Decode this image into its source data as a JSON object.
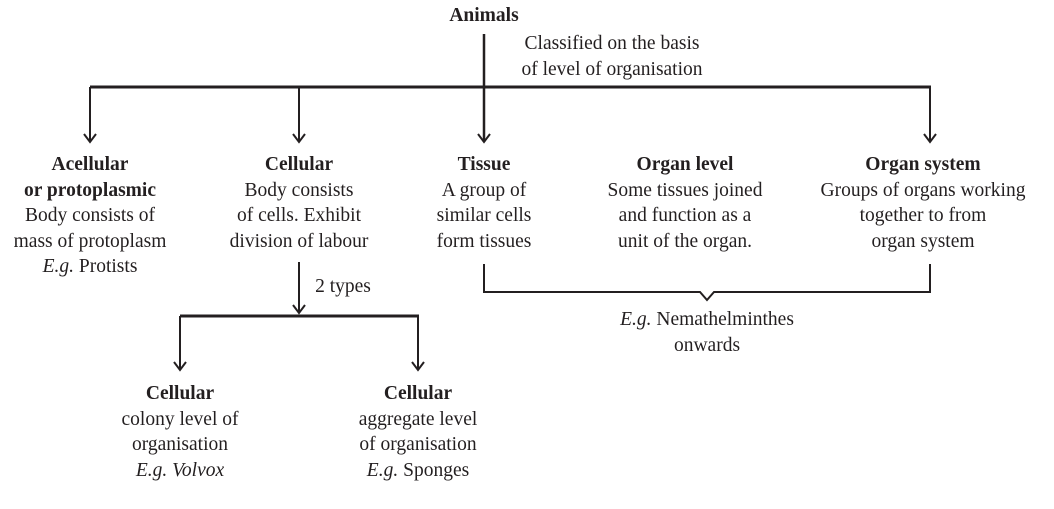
{
  "root": {
    "title": "Animals",
    "note": [
      "Classified on the basis",
      "of level of organisation"
    ]
  },
  "categories": [
    {
      "title": [
        "Acellular",
        "or protoplasmic"
      ],
      "lines": [
        "Body consists of",
        "mass of protoplasm"
      ],
      "eg_prefix": "E.g.",
      "eg": "Protists"
    },
    {
      "title": [
        "Cellular"
      ],
      "lines": [
        "Body consists",
        "of cells.  Exhibit",
        "division of labour"
      ]
    },
    {
      "title": [
        "Tissue"
      ],
      "lines": [
        "A group of",
        "similar cells",
        "form tissues"
      ]
    },
    {
      "title": [
        "Organ level"
      ],
      "lines": [
        "Some tissues joined",
        "and function as a",
        "unit of the organ."
      ]
    },
    {
      "title": [
        "Organ system"
      ],
      "lines": [
        "Groups of organs working",
        "together  to from",
        "organ system"
      ]
    }
  ],
  "cellular_split": {
    "label": "2 types"
  },
  "subtypes": [
    {
      "title": "Cellular",
      "lines": [
        "colony level of",
        "organisation"
      ],
      "eg_prefix": "E.g.",
      "eg": "Volvox"
    },
    {
      "title": "Cellular",
      "lines": [
        "aggregate level",
        "of organisation"
      ],
      "eg_prefix": "E.g.",
      "eg": "Sponges"
    }
  ],
  "bracket_note": {
    "eg_prefix": "E.g.",
    "text": "Nemathelminthes",
    "line2": "onwards"
  }
}
